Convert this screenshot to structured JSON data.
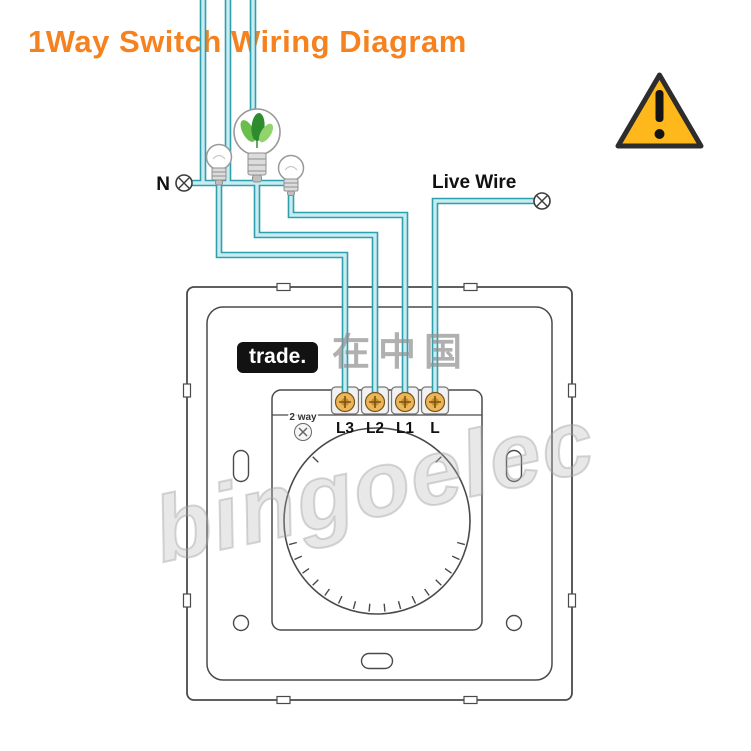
{
  "title": "1Way Switch Wiring Diagram",
  "diagram": {
    "neutral_label": "N",
    "live_label": "Live Wire",
    "two_way_label": "2 way",
    "terminals": [
      "L3",
      "L2",
      "L1",
      "L"
    ],
    "icons": {
      "warning": "warning-triangle",
      "neutral_terminal": "crossed-circle",
      "live_terminal": "crossed-circle",
      "bulbs": [
        "small-bulb",
        "leaf-bulb",
        "small-bulb"
      ]
    }
  },
  "watermarks": {
    "trade_badge": "trade.",
    "trade_cn": "在中国",
    "brand": "bingoelec"
  },
  "colors": {
    "title_orange": "#f5821f",
    "wire_outline": "#2f9fae",
    "wire_core": "#c9ecf1",
    "diagram_line": "#4a4a4a",
    "screw_brass": "#ecb558",
    "warning_fill": "#ffb81c",
    "leaf_green": "#2e8b2e"
  }
}
